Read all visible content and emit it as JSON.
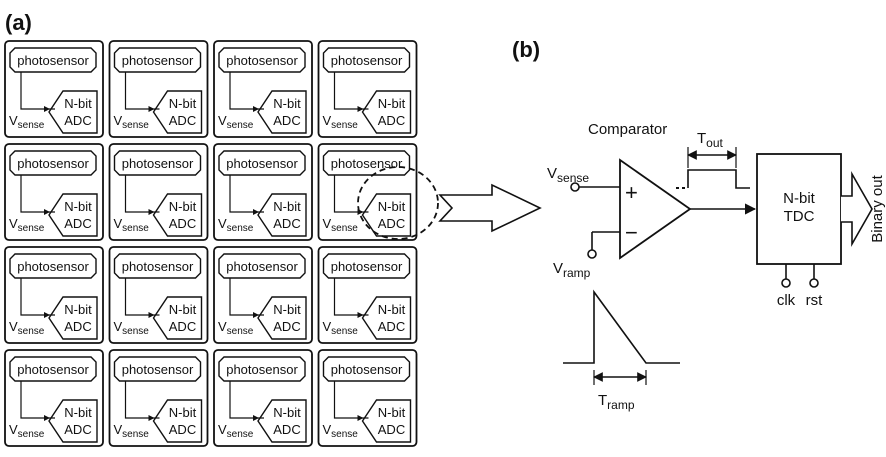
{
  "panels": {
    "a": "(a)",
    "b": "(b)"
  },
  "pixel": {
    "photosensor": "photosensor",
    "adc_line1": "N-bit",
    "adc_line2": "ADC",
    "v_main": "V",
    "v_sub": "sense"
  },
  "grid": {
    "rows": 4,
    "cols": 4,
    "highlighted": [
      1,
      3
    ]
  },
  "circuit": {
    "comparator": "Comparator",
    "vsense_main": "V",
    "vsense_sub": "sense",
    "vramp_main": "V",
    "vramp_sub": "ramp",
    "plus": "+",
    "minus": "−",
    "tout_main": "T",
    "tout_sub": "out",
    "tdc_line1": "N-bit",
    "tdc_line2": "TDC",
    "binary_out": "Binary out",
    "clk": "clk",
    "rst": "rst",
    "tramp_main": "T",
    "tramp_sub": "ramp"
  },
  "colors": {
    "line": "#111111",
    "background": "#ffffff"
  }
}
